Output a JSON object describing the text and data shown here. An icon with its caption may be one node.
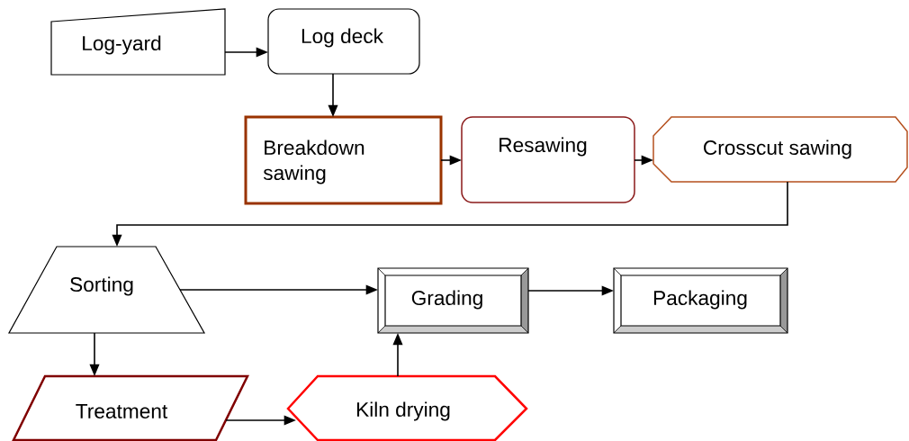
{
  "diagram": {
    "nodes": [
      {
        "text": [
          "Log-yard"
        ]
      },
      {
        "text": [
          "Log deck"
        ]
      },
      {
        "text": [
          "Breakdown sawing"
        ]
      },
      {
        "text": [
          "Resawing"
        ]
      },
      {
        "text": [
          "Crosscut sawing"
        ]
      },
      {
        "text": [
          "Sorting"
        ]
      },
      {
        "text": [
          "Grading"
        ]
      },
      {
        "text": [
          "Packaging"
        ]
      },
      {
        "text": [
          "Treatment"
        ]
      },
      {
        "text": [
          "Kiln drying"
        ]
      }
    ],
    "edges": [
      {
        "from": 0,
        "to": 1,
        "arrow": "to"
      },
      {
        "from": 1,
        "to": 2,
        "arrow": "to"
      },
      {
        "from": 2,
        "to": 3,
        "arrow": "to"
      },
      {
        "from": 3,
        "to": 4,
        "arrow": "to"
      },
      {
        "from": 4,
        "to": 5,
        "arrow": "to"
      },
      {
        "from": 5,
        "to": 6,
        "arrow": "to"
      },
      {
        "from": 6,
        "to": 7,
        "arrow": "to"
      },
      {
        "from": 5,
        "to": 8,
        "arrow": "to"
      },
      {
        "from": 8,
        "to": 9,
        "arrow": "to"
      },
      {
        "from": 9,
        "to": 6,
        "arrow": "to"
      }
    ]
  }
}
